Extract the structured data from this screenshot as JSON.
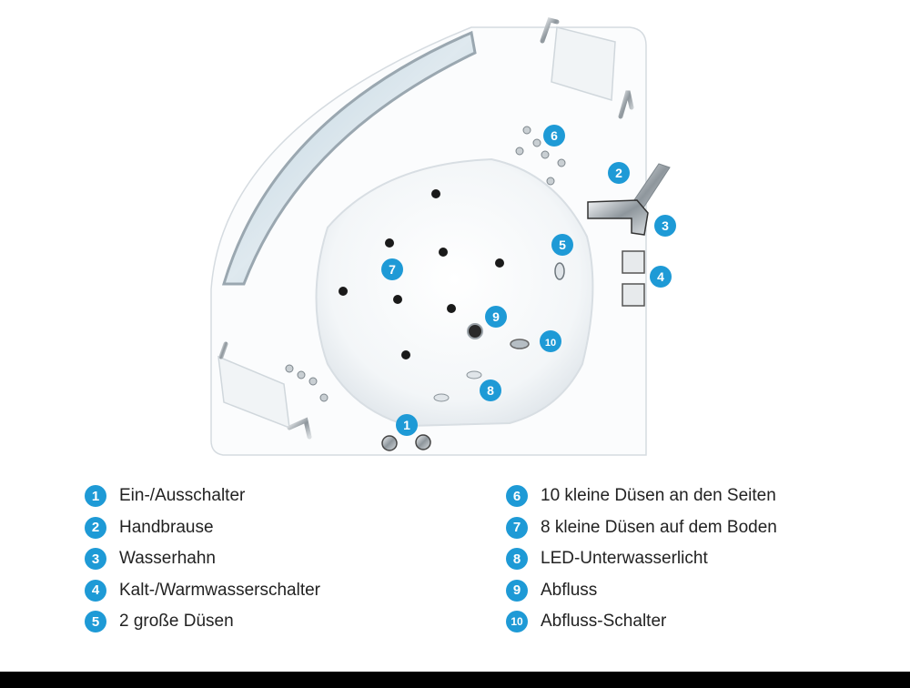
{
  "accent_color": "#1e9ad6",
  "markers": [
    {
      "id": "1",
      "label": "1"
    },
    {
      "id": "2",
      "label": "2"
    },
    {
      "id": "3",
      "label": "3"
    },
    {
      "id": "4",
      "label": "4"
    },
    {
      "id": "5",
      "label": "5"
    },
    {
      "id": "6",
      "label": "6"
    },
    {
      "id": "7",
      "label": "7"
    },
    {
      "id": "8",
      "label": "8"
    },
    {
      "id": "9",
      "label": "9"
    },
    {
      "id": "10",
      "label": "10"
    }
  ],
  "legend": {
    "left": [
      {
        "num": "1",
        "text": "Ein-/Ausschalter"
      },
      {
        "num": "2",
        "text": "Handbrause"
      },
      {
        "num": "3",
        "text": "Wasserhahn"
      },
      {
        "num": "4",
        "text": "Kalt-/Warmwasserschalter"
      },
      {
        "num": "5",
        "text": "2 große Düsen"
      }
    ],
    "right": [
      {
        "num": "6",
        "text": "10 kleine Düsen an den Seiten"
      },
      {
        "num": "7",
        "text": "8 kleine Düsen auf dem Boden"
      },
      {
        "num": "8",
        "text": "LED-Unterwasserlicht"
      },
      {
        "num": "9",
        "text": "Abfluss"
      },
      {
        "num": "10",
        "text": "Abfluss-Schalter"
      }
    ]
  }
}
